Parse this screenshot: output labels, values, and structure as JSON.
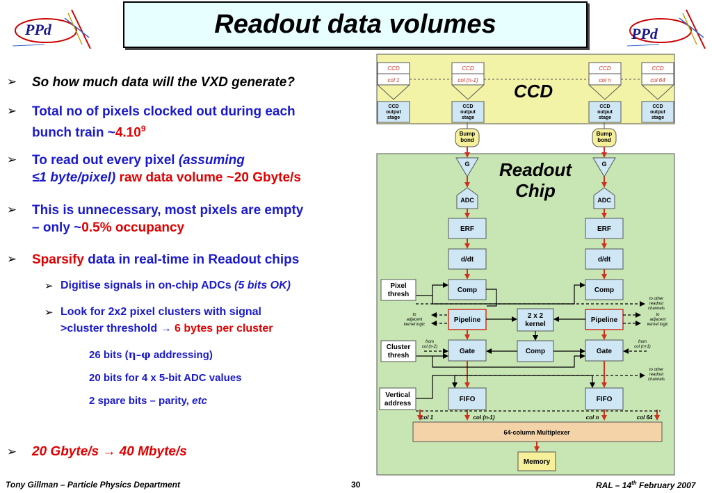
{
  "title": "Readout data volumes",
  "logo": "PPd",
  "bullets": {
    "b1": "So how much data will the VXD generate?",
    "b2_line1": "Total no of pixels clocked out during each",
    "b2_line2": "bunch train ~",
    "b2_val": "4.10",
    "b2_exp": "9",
    "b3_a": "To read out every pixel ",
    "b3_b": "(assuming",
    "b3_c": "≤1 byte/pixel)",
    "b3_d": " raw data volume ~20 Gbyte/s",
    "b4_line1": "This is unnecessary, most pixels are empty",
    "b4_a": "– only ~",
    "b4_b": "0.5% occupancy",
    "b5_a": "Sparsify",
    "b5_b": " data in real-time in Readout chips",
    "s1_a": "Digitise signals in on-chip ADCs ",
    "s1_b": "(5 bits OK)",
    "s2_line1": "Look for 2x2 pixel clusters with signal",
    "s2_a": ">cluster threshold → ",
    "s2_b": "6 bytes per cluster",
    "bits1_a": "26 bits (",
    "bits1_sym": "η–φ",
    "bits1_b": " addressing)",
    "bits2": "20 bits for 4 x 5-bit ADC values",
    "bits3_a": "2 spare bits – parity, ",
    "bits3_b": "etc",
    "final": "20 Gbyte/s → 40 Mbyte/s"
  },
  "footer": {
    "left": "Tony Gillman – Particle Physics Department",
    "page": "30",
    "right_a": "RAL – 14",
    "right_sup": "th",
    "right_b": " February 2007"
  },
  "diagram": {
    "ccd_title": "CCD",
    "ccd_label": "CCD",
    "cols": [
      "col 1",
      "col (n-1)",
      "col n",
      "col 64"
    ],
    "output_stage": [
      "CCD",
      "output",
      "stage"
    ],
    "bump": [
      "Bump",
      "bond"
    ],
    "readout_title": [
      "Readout",
      "Chip"
    ],
    "g": "G",
    "adc": "ADC",
    "erf": "ERF",
    "ddt": "d/dt",
    "comp": "Comp",
    "pipeline": "Pipeline",
    "gate": "Gate",
    "fifo": "FIFO",
    "kernel": [
      "2 x 2",
      "kernel"
    ],
    "pixel_thresh": [
      "Pixel",
      "thresh"
    ],
    "cluster_thresh": [
      "Cluster",
      "thresh"
    ],
    "vertical_address": [
      "Vertical",
      "address"
    ],
    "to_other_readout_channels": [
      "to other",
      "readout",
      "channels"
    ],
    "to_adjacent_kernel_logic": [
      "to",
      "adjacent",
      "kernel logic"
    ],
    "from_col_n2": [
      "from",
      "col (n-2)"
    ],
    "from_col_n1": [
      "from",
      "col (n+1)"
    ],
    "mux_cols": [
      "col 1",
      "col (n-1)",
      "col n",
      "col 64"
    ],
    "multiplexer": "64-column Multiplexer",
    "memory": "Memory",
    "colors": {
      "ccd_bg": "#f3f3a8",
      "chip_bg": "#c8e6b4",
      "box_blue": "#cfe6f5",
      "arrow_red": "#d03020",
      "mux_bg": "#f5d3a8",
      "memory_bg": "#f7f09a"
    }
  }
}
